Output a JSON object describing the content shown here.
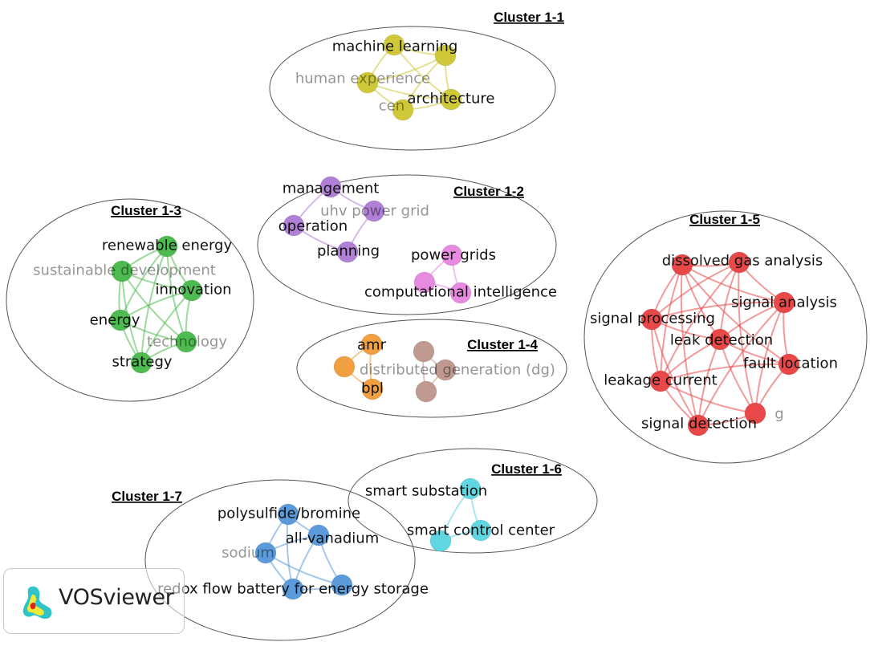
{
  "clusters": [
    {
      "id": "c1-1",
      "title": "Cluster 1-1"
    },
    {
      "id": "c1-2",
      "title": "Cluster 1-2"
    },
    {
      "id": "c1-3",
      "title": "Cluster 1-3"
    },
    {
      "id": "c1-4",
      "title": "Cluster 1-4"
    },
    {
      "id": "c1-5",
      "title": "Cluster 1-5"
    },
    {
      "id": "c1-6",
      "title": "Cluster 1-6"
    },
    {
      "id": "c1-7",
      "title": "Cluster 1-7"
    }
  ],
  "colors": {
    "yellow": "#cfc93a",
    "purple": "#b07fd6",
    "pink": "#e68be0",
    "green": "#4dbb4f",
    "orange": "#f0a040",
    "brown": "#c09a90",
    "red": "#e84848",
    "cyan": "#5fd6e0",
    "blue": "#5b9bdb"
  },
  "nodes": [
    {
      "id": "machine-learning",
      "label": "machine learning",
      "color": "yellow",
      "faded": false
    },
    {
      "id": "human-experience",
      "label": "human experience",
      "color": "yellow",
      "faded": true
    },
    {
      "id": "architecture",
      "label": "architecture",
      "color": "yellow",
      "faded": false
    },
    {
      "id": "cen",
      "label": "cen",
      "color": "yellow",
      "faded": true
    },
    {
      "id": "yellow-node-5",
      "label": "",
      "color": "yellow",
      "faded": false
    },
    {
      "id": "management",
      "label": "management",
      "color": "purple",
      "faded": false
    },
    {
      "id": "uhv-power-grid",
      "label": "uhv power grid",
      "color": "purple",
      "faded": true
    },
    {
      "id": "operation",
      "label": "operation",
      "color": "purple",
      "faded": false
    },
    {
      "id": "planning",
      "label": "planning",
      "color": "purple",
      "faded": false
    },
    {
      "id": "power-grids",
      "label": "power grids",
      "color": "pink",
      "faded": false
    },
    {
      "id": "computational-intelligence",
      "label": "computational intelligence",
      "color": "pink",
      "faded": false
    },
    {
      "id": "pink-node-3",
      "label": "",
      "color": "pink",
      "faded": false
    },
    {
      "id": "renewable-energy",
      "label": "renewable energy",
      "color": "green",
      "faded": false
    },
    {
      "id": "sustainable-development",
      "label": "sustainable development",
      "color": "green",
      "faded": true
    },
    {
      "id": "innovation",
      "label": "innovation",
      "color": "green",
      "faded": false
    },
    {
      "id": "energy",
      "label": "energy",
      "color": "green",
      "faded": false
    },
    {
      "id": "technology",
      "label": "technology",
      "color": "green",
      "faded": true
    },
    {
      "id": "strategy",
      "label": "strategy",
      "color": "green",
      "faded": false
    },
    {
      "id": "amr",
      "label": "amr",
      "color": "orange",
      "faded": false
    },
    {
      "id": "orange-node-2",
      "label": "",
      "color": "orange",
      "faded": false
    },
    {
      "id": "bpl",
      "label": "bpl",
      "color": "orange",
      "faded": false
    },
    {
      "id": "brown-node-1",
      "label": "",
      "color": "brown",
      "faded": false
    },
    {
      "id": "distributed-generation",
      "label": "distributed generation (dg)",
      "color": "brown",
      "faded": true
    },
    {
      "id": "brown-node-3",
      "label": "",
      "color": "brown",
      "faded": false
    },
    {
      "id": "dissolved-gas-analysis",
      "label": "dissolved gas analysis",
      "color": "red",
      "faded": false
    },
    {
      "id": "red-node-2",
      "label": "",
      "color": "red",
      "faded": false
    },
    {
      "id": "signal-analysis",
      "label": "signal analysis",
      "color": "red",
      "faded": false
    },
    {
      "id": "signal-processing",
      "label": "signal processing",
      "color": "red",
      "faded": false
    },
    {
      "id": "leak-detection",
      "label": "leak detection",
      "color": "red",
      "faded": false
    },
    {
      "id": "fault-location",
      "label": "fault location",
      "color": "red",
      "faded": false
    },
    {
      "id": "leakage-current",
      "label": "leakage current",
      "color": "red",
      "faded": false
    },
    {
      "id": "g",
      "label": "g",
      "color": "red",
      "faded": true
    },
    {
      "id": "signal-detection",
      "label": "signal detection",
      "color": "red",
      "faded": false
    },
    {
      "id": "smart-substation",
      "label": "smart substation",
      "color": "cyan",
      "faded": false
    },
    {
      "id": "smart-control-center",
      "label": "smart control center",
      "color": "cyan",
      "faded": false
    },
    {
      "id": "cyan-node-3",
      "label": "",
      "color": "cyan",
      "faded": false
    },
    {
      "id": "polysulfide-bromine",
      "label": "polysulfide/bromine",
      "color": "blue",
      "faded": false
    },
    {
      "id": "all-vanadium",
      "label": "all-vanadium",
      "color": "blue",
      "faded": false
    },
    {
      "id": "sodium",
      "label": "sodium",
      "color": "blue",
      "faded": true
    },
    {
      "id": "redox-flow",
      "label": "redox flow battery for energy storage",
      "color": "blue",
      "faded": false
    },
    {
      "id": "blue-node-5",
      "label": "",
      "color": "blue",
      "faded": false
    }
  ],
  "links": [
    [
      "machine-learning",
      "yellow-node-5"
    ],
    [
      "machine-learning",
      "human-experience"
    ],
    [
      "machine-learning",
      "architecture"
    ],
    [
      "human-experience",
      "architecture"
    ],
    [
      "human-experience",
      "cen"
    ],
    [
      "cen",
      "architecture"
    ],
    [
      "yellow-node-5",
      "architecture"
    ],
    [
      "yellow-node-5",
      "cen"
    ],
    [
      "human-experience",
      "yellow-node-5"
    ],
    [
      "management",
      "uhv-power-grid"
    ],
    [
      "management",
      "operation"
    ],
    [
      "operation",
      "planning"
    ],
    [
      "uhv-power-grid",
      "planning"
    ],
    [
      "power-grids",
      "computational-intelligence"
    ],
    [
      "power-grids",
      "pink-node-3"
    ],
    [
      "computational-intelligence",
      "pink-node-3"
    ],
    [
      "renewable-energy",
      "sustainable-development"
    ],
    [
      "renewable-energy",
      "innovation"
    ],
    [
      "renewable-energy",
      "energy"
    ],
    [
      "renewable-energy",
      "technology"
    ],
    [
      "renewable-energy",
      "strategy"
    ],
    [
      "sustainable-development",
      "innovation"
    ],
    [
      "sustainable-development",
      "energy"
    ],
    [
      "sustainable-development",
      "technology"
    ],
    [
      "innovation",
      "energy"
    ],
    [
      "innovation",
      "technology"
    ],
    [
      "innovation",
      "strategy"
    ],
    [
      "energy",
      "technology"
    ],
    [
      "energy",
      "strategy"
    ],
    [
      "technology",
      "strategy"
    ],
    [
      "sustainable-development",
      "strategy"
    ],
    [
      "amr",
      "orange-node-2"
    ],
    [
      "orange-node-2",
      "bpl"
    ],
    [
      "amr",
      "bpl"
    ],
    [
      "brown-node-1",
      "distributed-generation"
    ],
    [
      "brown-node-1",
      "brown-node-3"
    ],
    [
      "distributed-generation",
      "brown-node-3"
    ],
    [
      "dissolved-gas-analysis",
      "red-node-2"
    ],
    [
      "dissolved-gas-analysis",
      "signal-analysis"
    ],
    [
      "dissolved-gas-analysis",
      "signal-processing"
    ],
    [
      "dissolved-gas-analysis",
      "leak-detection"
    ],
    [
      "dissolved-gas-analysis",
      "fault-location"
    ],
    [
      "dissolved-gas-analysis",
      "leakage-current"
    ],
    [
      "dissolved-gas-analysis",
      "signal-detection"
    ],
    [
      "red-node-2",
      "signal-analysis"
    ],
    [
      "red-node-2",
      "leak-detection"
    ],
    [
      "red-node-2",
      "signal-processing"
    ],
    [
      "red-node-2",
      "g"
    ],
    [
      "signal-analysis",
      "leak-detection"
    ],
    [
      "signal-analysis",
      "fault-location"
    ],
    [
      "signal-analysis",
      "signal-processing"
    ],
    [
      "signal-analysis",
      "g"
    ],
    [
      "signal-processing",
      "leak-detection"
    ],
    [
      "signal-processing",
      "leakage-current"
    ],
    [
      "signal-processing",
      "signal-detection"
    ],
    [
      "leak-detection",
      "fault-location"
    ],
    [
      "leak-detection",
      "leakage-current"
    ],
    [
      "leak-detection",
      "signal-detection"
    ],
    [
      "leak-detection",
      "g"
    ],
    [
      "fault-location",
      "g"
    ],
    [
      "fault-location",
      "leakage-current"
    ],
    [
      "leakage-current",
      "signal-detection"
    ],
    [
      "leakage-current",
      "g"
    ],
    [
      "signal-detection",
      "g"
    ],
    [
      "signal-analysis",
      "signal-detection"
    ],
    [
      "red-node-2",
      "leakage-current"
    ],
    [
      "smart-substation",
      "smart-control-center"
    ],
    [
      "smart-substation",
      "cyan-node-3"
    ],
    [
      "smart-control-center",
      "cyan-node-3"
    ],
    [
      "polysulfide-bromine",
      "all-vanadium"
    ],
    [
      "polysulfide-bromine",
      "sodium"
    ],
    [
      "all-vanadium",
      "sodium"
    ],
    [
      "all-vanadium",
      "blue-node-5"
    ],
    [
      "sodium",
      "redox-flow"
    ],
    [
      "sodium",
      "blue-node-5"
    ],
    [
      "redox-flow",
      "blue-node-5"
    ],
    [
      "polysulfide-bromine",
      "redox-flow"
    ],
    [
      "all-vanadium",
      "redox-flow"
    ]
  ],
  "logo": {
    "text": "VOSviewer"
  }
}
